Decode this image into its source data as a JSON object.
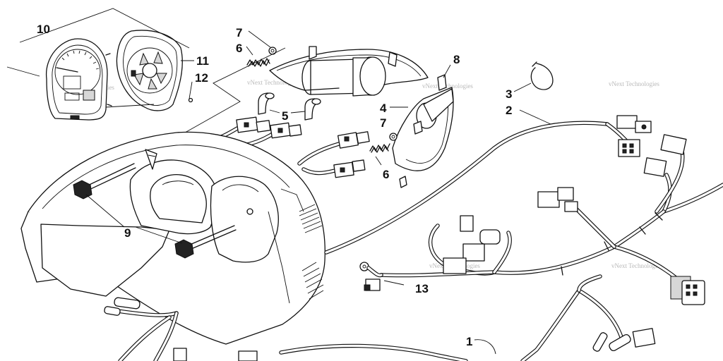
{
  "watermark_text": "vNext Technologies",
  "callouts": [
    {
      "id": "10",
      "label": "10"
    },
    {
      "id": "11",
      "label": "11"
    },
    {
      "id": "12",
      "label": "12"
    },
    {
      "id": "7a",
      "label": "7"
    },
    {
      "id": "6a",
      "label": "6"
    },
    {
      "id": "5",
      "label": "5"
    },
    {
      "id": "8",
      "label": "8"
    },
    {
      "id": "4",
      "label": "4"
    },
    {
      "id": "7b",
      "label": "7"
    },
    {
      "id": "6b",
      "label": "6"
    },
    {
      "id": "3",
      "label": "3"
    },
    {
      "id": "2",
      "label": "2"
    },
    {
      "id": "9",
      "label": "9"
    },
    {
      "id": "13",
      "label": "13"
    },
    {
      "id": "1",
      "label": "1"
    }
  ],
  "colors": {
    "line": "#111111",
    "background": "#ffffff",
    "watermark": "#b9b9b9"
  }
}
